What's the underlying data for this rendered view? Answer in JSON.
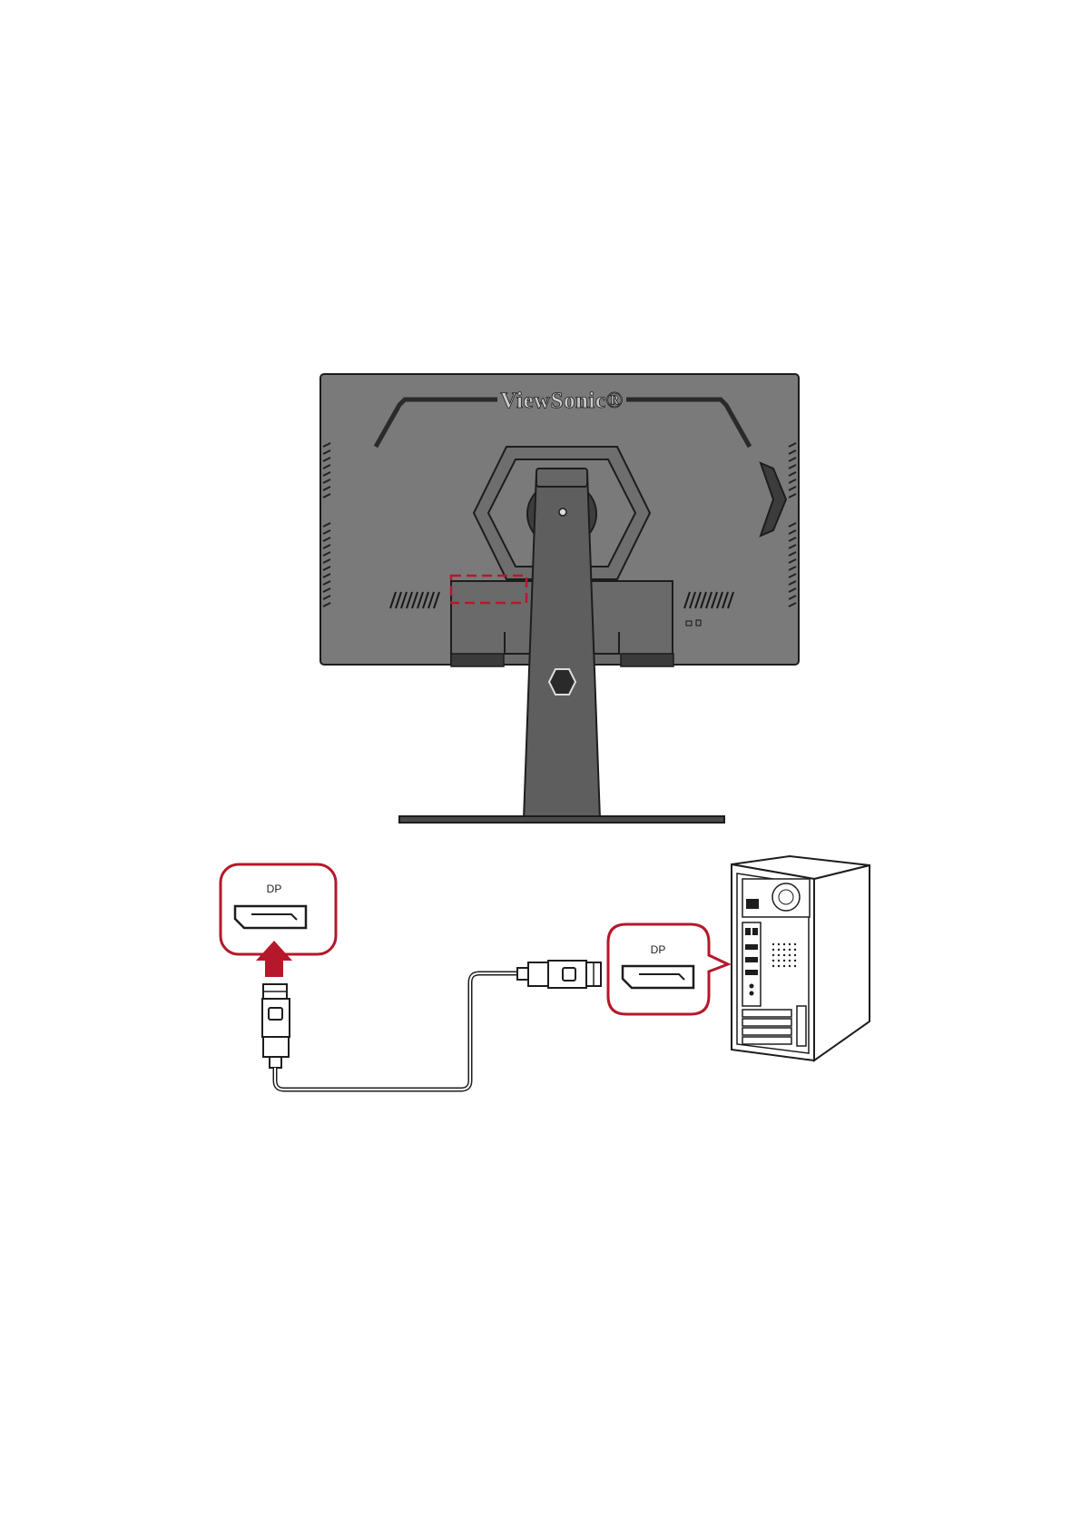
{
  "monitor": {
    "brand_text": "ViewSonic®"
  },
  "callouts": {
    "monitor_port_label": "DP",
    "pc_port_label": "DP"
  },
  "colors": {
    "accent_red": "#b5182b",
    "monitor_gray": "#7a7a7a",
    "outline": "#1d1d1d"
  },
  "icons": [
    "displayport-port-icon",
    "displayport-connector-icon",
    "up-arrow-icon",
    "desktop-pc-tower-icon"
  ]
}
